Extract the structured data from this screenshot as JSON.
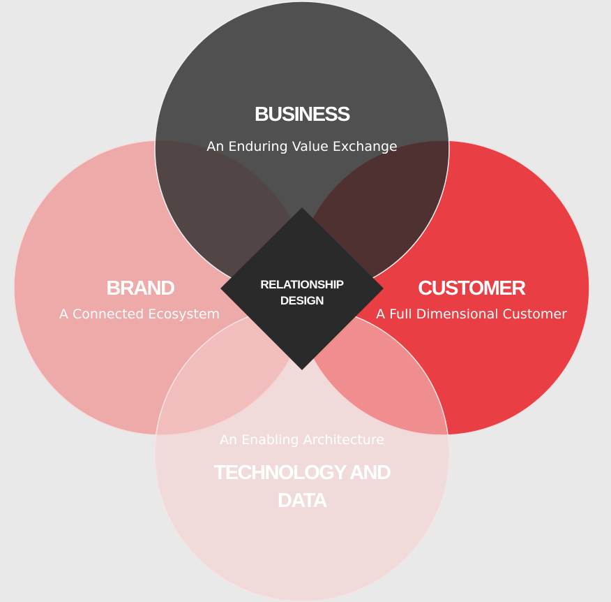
{
  "colors": {
    "background": "#e9e9e9",
    "business": "#3c3c3c",
    "brand": "#eea9a9",
    "customer": "#e83e44",
    "technology": "#f3c3c3",
    "core": "#2a2a2a"
  },
  "business": {
    "title": "BUSINESS",
    "subtitle": "An Enduring Value Exchange"
  },
  "brand": {
    "title": "BRAND",
    "subtitle": "A Connected Ecosystem"
  },
  "customer": {
    "title": "CUSTOMER",
    "subtitle": "A Full Dimensional Customer"
  },
  "technology": {
    "title_line1": "TECHNOLOGY AND",
    "title_line2": "DATA",
    "subtitle": "An Enabling Architecture"
  },
  "core": {
    "line1": "RELATIONSHIP",
    "line2": "DESIGN"
  }
}
